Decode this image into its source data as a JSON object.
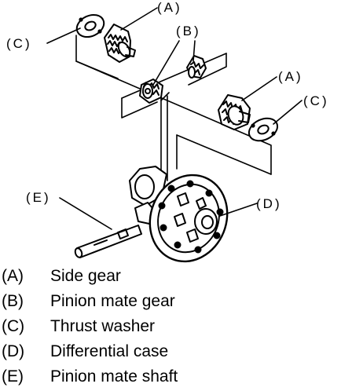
{
  "callouts": {
    "a_top": "(A)",
    "b": "(B)",
    "c_left": "(C)",
    "a_right": "(A)",
    "c_right": "(C)",
    "e": "(E)",
    "d": "(D)"
  },
  "legend": [
    {
      "key": "(A)",
      "text": "Side gear"
    },
    {
      "key": "(B)",
      "text": "Pinion mate gear"
    },
    {
      "key": "(C)",
      "text": "Thrust washer"
    },
    {
      "key": "(D)",
      "text": "Differential case"
    },
    {
      "key": "(E)",
      "text": "Pinion mate shaft"
    }
  ]
}
